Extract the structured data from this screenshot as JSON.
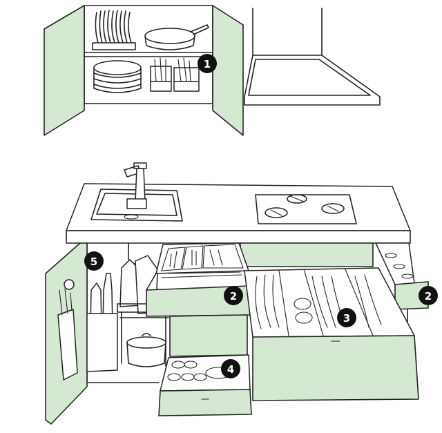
{
  "colors": {
    "cabinet": "#d4e8d2",
    "line": "#222222",
    "badge": "#111111",
    "badge_text": "#ffffff"
  },
  "badges": {
    "one": "1",
    "two_left": "2",
    "two_right": "2",
    "three": "3",
    "four": "4",
    "five": "5"
  }
}
